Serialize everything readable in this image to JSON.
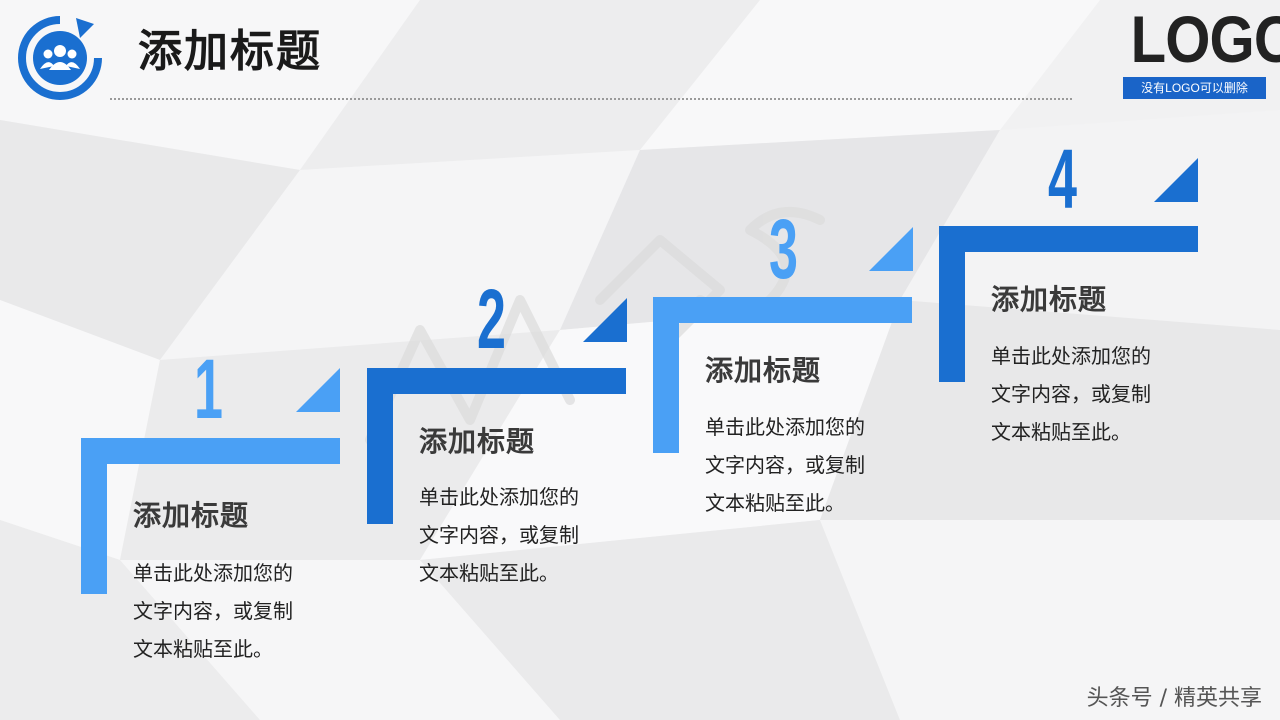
{
  "header": {
    "title": "添加标题",
    "logo_text": "LOGO",
    "logo_note": "没有LOGO可以删除",
    "icon": "users-refresh-icon"
  },
  "colors": {
    "light_blue": "#4aa0f5",
    "dark_blue": "#1a6fd0",
    "title_text": "#1a1a1a",
    "body_text": "#222222"
  },
  "steps": [
    {
      "number": "1",
      "title": "添加标题",
      "lines": [
        "单击此处添加您的",
        "文字内容，或复制",
        "文本粘贴至此。"
      ],
      "color": "#4aa0f5"
    },
    {
      "number": "2",
      "title": "添加标题",
      "lines": [
        "单击此处添加您的",
        "文字内容，或复制",
        "文本粘贴至此。"
      ],
      "color": "#1a6fd0"
    },
    {
      "number": "3",
      "title": "添加标题",
      "lines": [
        "单击此处添加您的",
        "文字内容，或复制",
        "文本粘贴至此。"
      ],
      "color": "#4aa0f5"
    },
    {
      "number": "4",
      "title": "添加标题",
      "lines": [
        "单击此处添加您的",
        "文字内容，或复制",
        "文本粘贴至此。"
      ],
      "color": "#1a6fd0"
    }
  ],
  "watermark": "头条号 / 精英共享"
}
